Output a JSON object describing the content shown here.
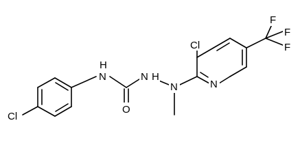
{
  "molecule": {
    "atoms": {
      "cl_phenyl": "Cl",
      "nh_amide": "H",
      "nh_amide_n": "N",
      "o_carbonyl": "O",
      "nh_hydrazine_n": "N",
      "nh_hydrazine_h": "H",
      "n_methyl": "N",
      "n_pyridine": "N",
      "cl_pyridine": "Cl",
      "f1": "F",
      "f2": "F",
      "f3": "F"
    }
  }
}
